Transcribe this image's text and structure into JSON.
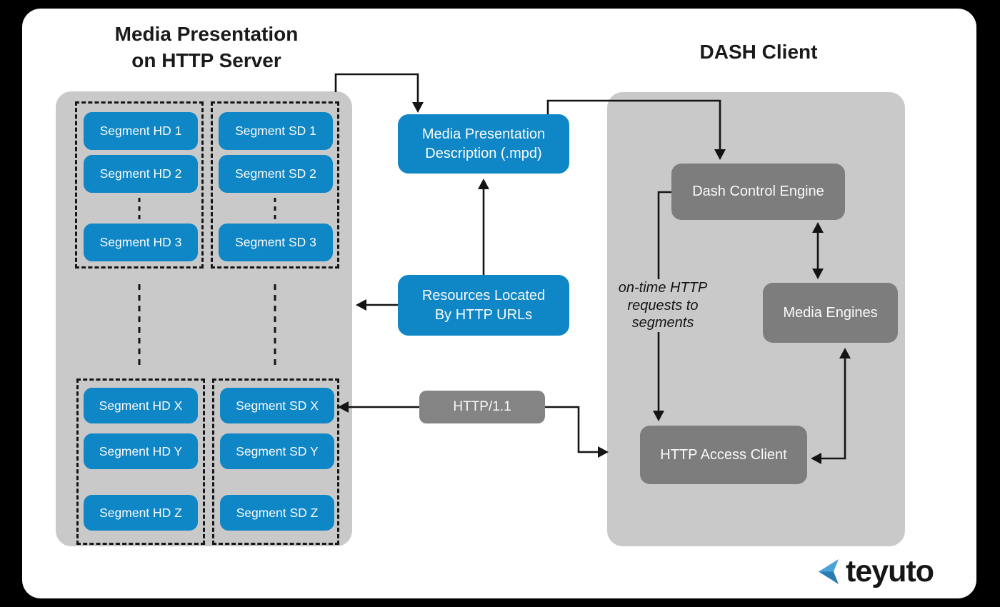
{
  "titles": {
    "server_line1": "Media Presentation",
    "server_line2": "on HTTP Server",
    "client": "DASH Client"
  },
  "server_panel": {
    "hd_top_segments": [
      "Segment HD 1",
      "Segment HD 2",
      "Segment HD 3"
    ],
    "sd_top_segments": [
      "Segment SD 1",
      "Segment SD 2",
      "Segment SD 3"
    ],
    "hd_bottom_segments": [
      "Segment HD X",
      "Segment HD Y",
      "Segment HD Z"
    ],
    "sd_bottom_segments": [
      "Segment SD X",
      "Segment SD Y",
      "Segment SD Z"
    ]
  },
  "middle": {
    "mpd_line1": "Media Presentation",
    "mpd_line2": "Description (.mpd)",
    "resources_line1": "Resources Located",
    "resources_line2": "By HTTP URLs",
    "http_label": "HTTP/1.1"
  },
  "client_panel": {
    "dash_control_engine": "Dash Control Engine",
    "media_engines": "Media Engines",
    "http_access_client": "HTTP Access Client",
    "note_line1": "on-time HTTP",
    "note_line2": "requests to",
    "note_line3": "segments"
  },
  "logo": {
    "text": "teyuto"
  },
  "colors": {
    "segment_blue": "#0f86c5",
    "panel_gray": "#c9c9c9",
    "box_gray": "#7d7d7d",
    "arrow_black": "#141414",
    "logo_blue_light": "#4aa3da",
    "logo_blue_dark": "#2b7cb4"
  }
}
